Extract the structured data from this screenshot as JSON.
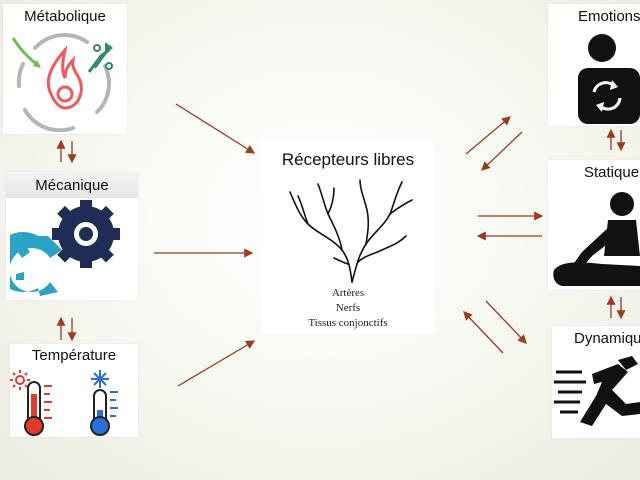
{
  "center": {
    "title": "Récepteurs libres",
    "items": [
      "Artères",
      "Nerfs",
      "Tissus conjonctifs"
    ]
  },
  "left_cards": {
    "metabolique": "Métabolique",
    "mecanique": "Mécanique",
    "temperature": "Température"
  },
  "right_cards": {
    "emotions": "Emotions",
    "statique": "Statique",
    "dynamique": "Dynamique"
  },
  "colors": {
    "arrow": "#9c3b1e",
    "flame": "#ef5a5a",
    "gear_dark": "#1f2d55",
    "gear_light": "#2aa3c4",
    "thermo_red": "#e23a2a",
    "thermo_blue": "#2a6fd6",
    "figure": "#111111"
  },
  "icons": [
    "fire-cycle-icon",
    "gears-icon",
    "thermometers-icon",
    "emotion-cycle-person-icon",
    "meditation-person-icon",
    "running-person-icon",
    "nerve-tree-icon"
  ]
}
